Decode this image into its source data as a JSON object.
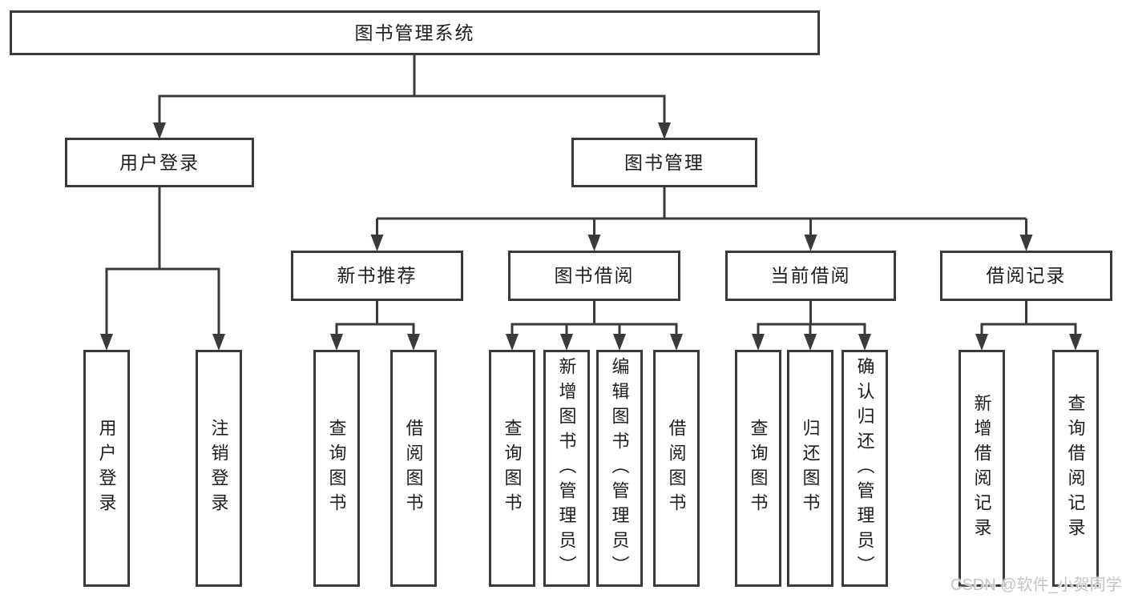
{
  "diagram": {
    "root": {
      "label": "图书管理系统"
    },
    "level2": [
      {
        "id": "user-login",
        "label": "用户登录"
      },
      {
        "id": "book-management",
        "label": "图书管理"
      }
    ],
    "level3": [
      {
        "id": "new-book-recommend",
        "label": "新书推荐"
      },
      {
        "id": "book-borrow",
        "label": "图书借阅"
      },
      {
        "id": "current-borrow",
        "label": "当前借阅"
      },
      {
        "id": "borrow-records",
        "label": "借阅记录"
      }
    ],
    "leaves": [
      {
        "id": "user-login-leaf",
        "parent": "user-login",
        "label": "用户登录"
      },
      {
        "id": "logout",
        "parent": "user-login",
        "label": "注销登录"
      },
      {
        "id": "query-books-recommend",
        "parent": "new-book-recommend",
        "label": "查询图书"
      },
      {
        "id": "borrow-books-recommend",
        "parent": "new-book-recommend",
        "label": "借阅图书"
      },
      {
        "id": "query-books-borrow",
        "parent": "book-borrow",
        "label": "查询图书"
      },
      {
        "id": "add-books-admin",
        "parent": "book-borrow",
        "label": "新增图书（管理员）"
      },
      {
        "id": "edit-books-admin",
        "parent": "book-borrow",
        "label": "编辑图书（管理员）"
      },
      {
        "id": "borrow-books",
        "parent": "book-borrow",
        "label": "借阅图书"
      },
      {
        "id": "query-books-current",
        "parent": "current-borrow",
        "label": "查询图书"
      },
      {
        "id": "return-books",
        "parent": "current-borrow",
        "label": "归还图书"
      },
      {
        "id": "confirm-return-admin",
        "parent": "current-borrow",
        "label": "确认归还（管理员）"
      },
      {
        "id": "add-borrow-record",
        "parent": "borrow-records",
        "label": "新增借阅记录"
      },
      {
        "id": "query-borrow-record",
        "parent": "borrow-records",
        "label": "查询借阅记录"
      }
    ],
    "watermark": "CSDN @软件_小贺同学",
    "colors": {
      "line": "#3a3a3a",
      "text": "#1d1d1d",
      "watermark": "#c4c4c8",
      "background": "#ffffff"
    }
  }
}
